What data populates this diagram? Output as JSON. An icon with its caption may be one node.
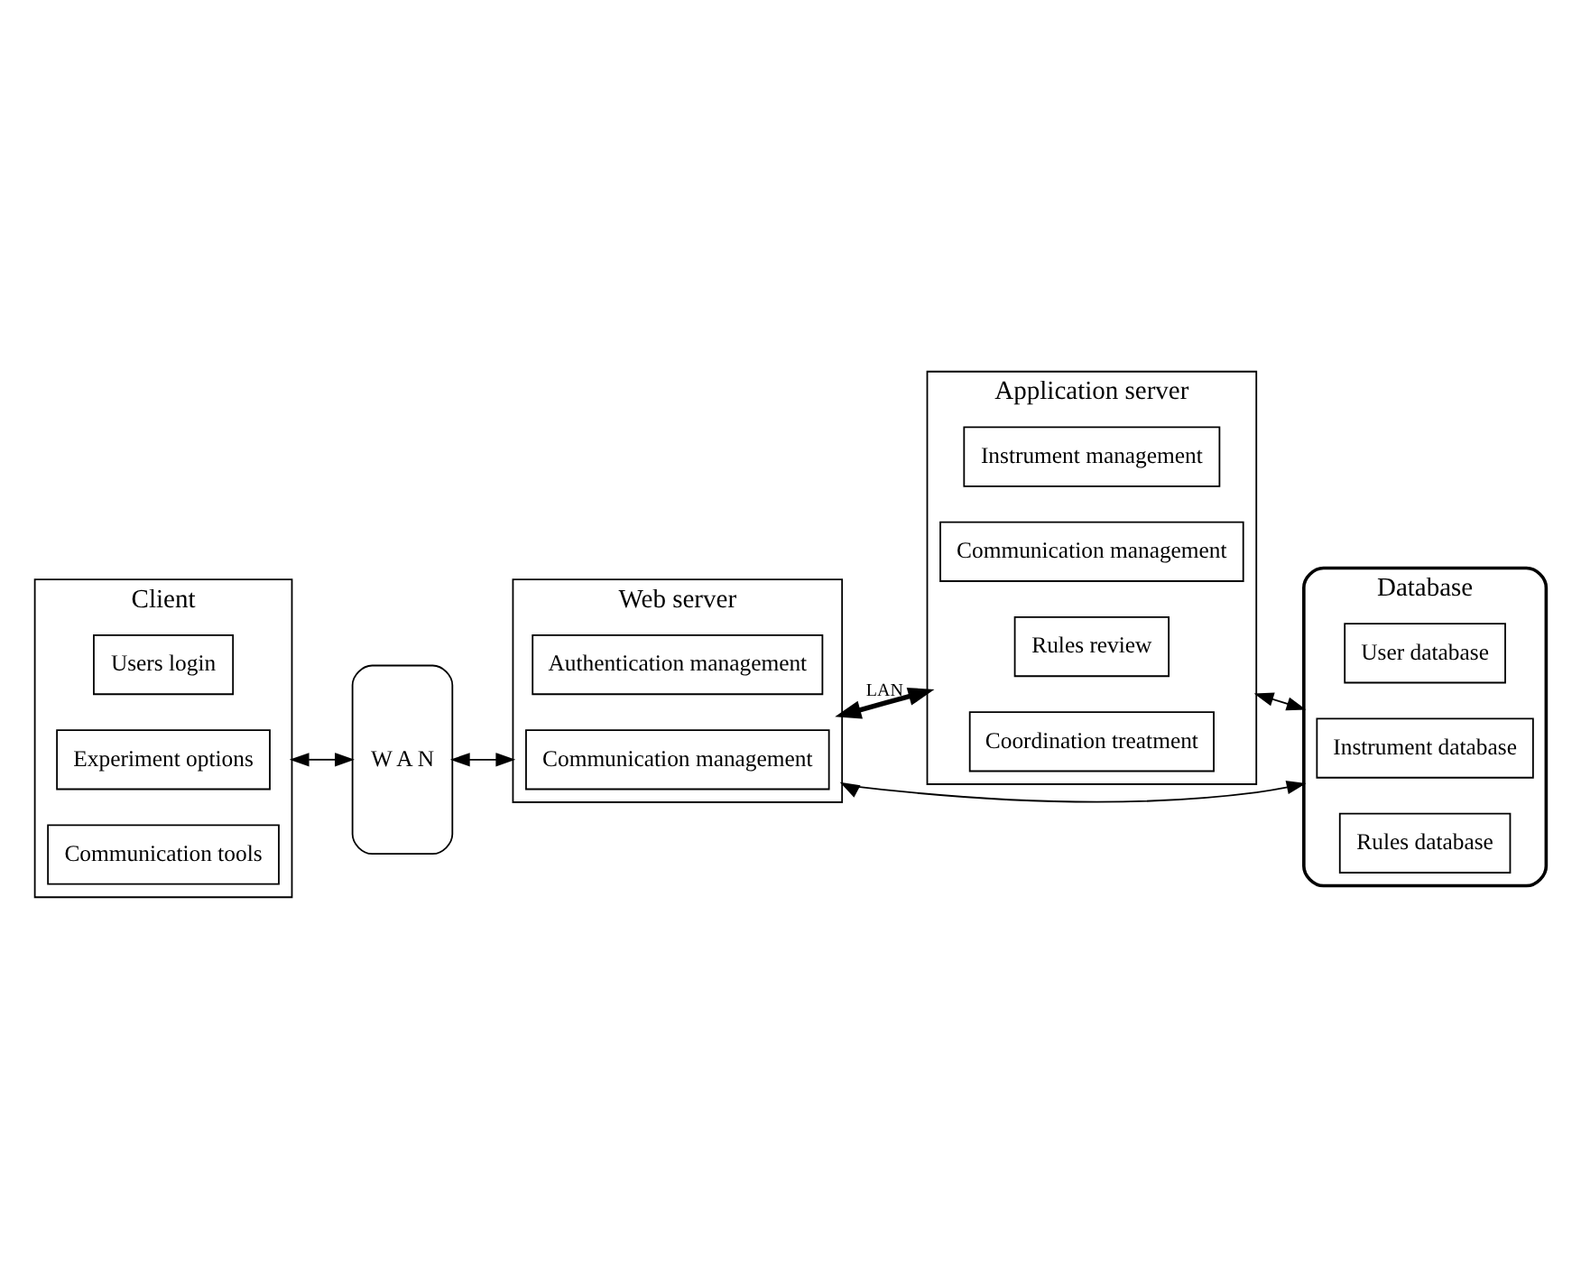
{
  "diagram": {
    "nodes": [
      {
        "text": [
          "Client"
        ]
      },
      {
        "text": [
          "Users login"
        ],
        "in": 0
      },
      {
        "text": [
          "Experiment options"
        ],
        "in": 0
      },
      {
        "text": [
          "Communication tools"
        ],
        "in": 0
      },
      {
        "text": [
          "W A N"
        ]
      },
      {
        "text": [
          "Web server"
        ]
      },
      {
        "text": [
          "Authentication management"
        ],
        "in": 5
      },
      {
        "text": [
          "Communication management"
        ],
        "in": 5
      },
      {
        "text": [
          "Application server"
        ]
      },
      {
        "text": [
          "Instrument management"
        ],
        "in": 8
      },
      {
        "text": [
          "Communication management"
        ],
        "in": 8
      },
      {
        "text": [
          "Rules review"
        ],
        "in": 8
      },
      {
        "text": [
          "Coordination treatment"
        ],
        "in": 8
      },
      {
        "text": [
          "Database"
        ]
      },
      {
        "text": [
          "User database"
        ],
        "in": 13
      },
      {
        "text": [
          "Instrument database"
        ],
        "in": 13
      },
      {
        "text": [
          "Rules database"
        ],
        "in": 13
      }
    ],
    "edges": [
      {
        "from": 0,
        "to": 4,
        "arrow": "both"
      },
      {
        "from": 4,
        "to": 5,
        "arrow": "both"
      },
      {
        "from": 5,
        "to": 8,
        "arrow": "both",
        "label": "LAN",
        "style": "thick"
      },
      {
        "from": 5,
        "to": 13,
        "arrow": "both"
      },
      {
        "from": 8,
        "to": 13,
        "arrow": "both"
      }
    ]
  }
}
